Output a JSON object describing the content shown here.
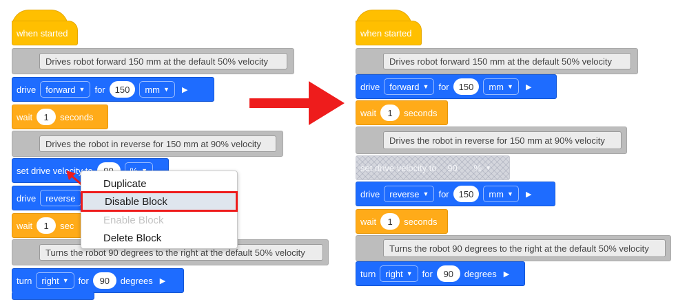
{
  "left_panel": {
    "hat_label": "when started",
    "comment_1": "Drives robot forward 150 mm at the default 50% velocity",
    "drive_1": {
      "kw": "drive",
      "direction": "forward",
      "for": "for",
      "amount": "150",
      "unit": "mm"
    },
    "wait_1": {
      "kw": "wait",
      "amount": "1",
      "unit": "seconds"
    },
    "comment_2": "Drives the robot in reverse for 150 mm at 90% velocity",
    "set_velocity": {
      "label": "set drive velocity to",
      "amount": "90",
      "unit": "%"
    },
    "drive_2": {
      "kw": "drive",
      "direction": "reverse"
    },
    "wait_2": {
      "kw": "wait",
      "amount": "1",
      "unit": "sec"
    },
    "comment_3": "Turns the robot 90 degrees to the right at the default 50% velocity",
    "turn": {
      "kw": "turn",
      "direction": "right",
      "for": "for",
      "amount": "90",
      "unit": "degrees"
    }
  },
  "context_menu": {
    "items": [
      "Duplicate",
      "Disable Block",
      "Enable Block",
      "Delete Block"
    ],
    "highlighted": "Disable Block",
    "disabled_item": "Enable Block"
  },
  "right_panel": {
    "hat_label": "when started",
    "comment_1": "Drives robot forward 150 mm at the default 50% velocity",
    "drive_1": {
      "kw": "drive",
      "direction": "forward",
      "for": "for",
      "amount": "150",
      "unit": "mm"
    },
    "wait_1": {
      "kw": "wait",
      "amount": "1",
      "unit": "seconds"
    },
    "comment_2": "Drives the robot in reverse for 150 mm at 90% velocity",
    "set_velocity_disabled": {
      "label": "set drive velocity to",
      "amount": "90",
      "unit": "%"
    },
    "drive_2": {
      "kw": "drive",
      "direction": "reverse",
      "for": "for",
      "amount": "150",
      "unit": "mm"
    },
    "wait_2": {
      "kw": "wait",
      "amount": "1",
      "unit": "seconds"
    },
    "comment_3": "Turns the robot 90 degrees to the right at the default 50% velocity",
    "turn": {
      "kw": "turn",
      "direction": "right",
      "for": "for",
      "amount": "90",
      "unit": "degrees"
    }
  },
  "colors": {
    "event_yellow": "#ffbf00",
    "drivetrain_blue": "#1e6cff",
    "control_orange": "#ffab19",
    "comment_gray": "#bdbdbd",
    "annotation_red": "#ee1c1c"
  }
}
